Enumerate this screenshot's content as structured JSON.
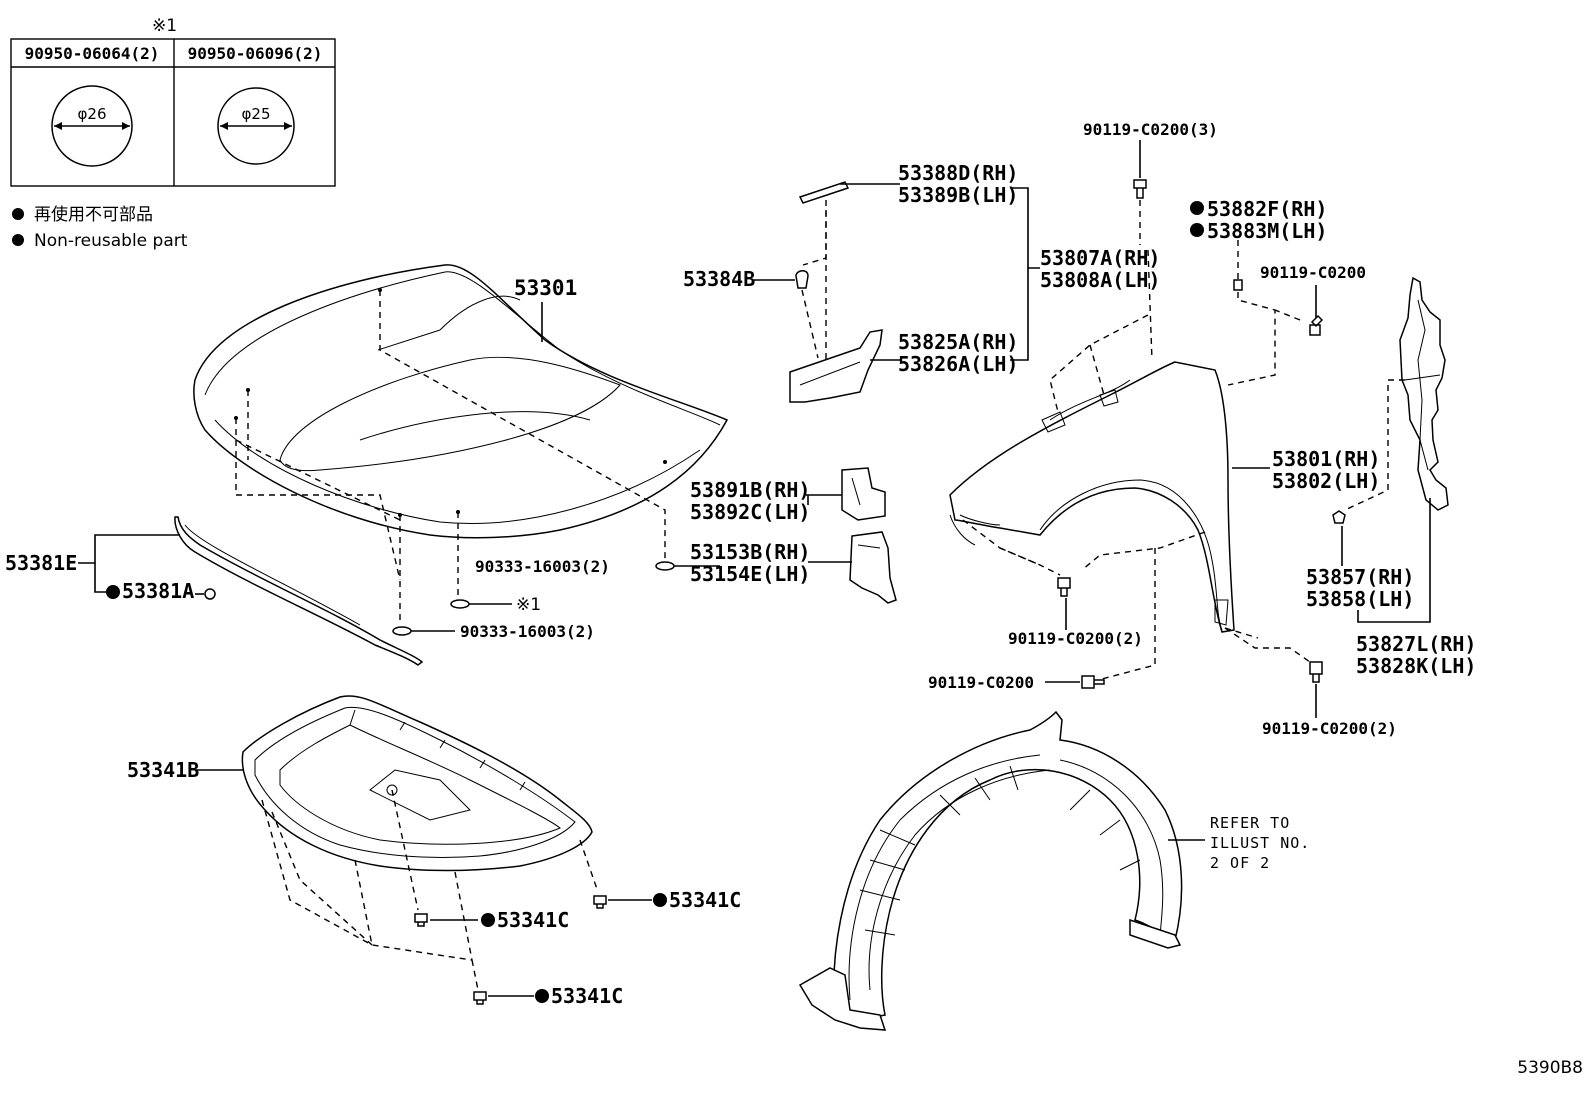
{
  "table": {
    "mark": "※1",
    "col1": {
      "part": "90950-06064(2)",
      "dia": "φ26"
    },
    "col2": {
      "part": "90950-06096(2)",
      "dia": "φ25"
    }
  },
  "legend": {
    "jp": "再使用不可部品",
    "en": "Non-reusable part"
  },
  "labels": {
    "p53301": "53301",
    "p53381E": "53381E",
    "p53381A": "53381A",
    "p90333a": "90333-16003(2)",
    "mark1": "※1",
    "p90333b": "90333-16003(2)",
    "p53388D": "53388D(RH)",
    "p53389B": "53389B(LH)",
    "p53384B": "53384B",
    "p53807A": "53807A(RH)",
    "p53808A": "53808A(LH)",
    "p53825A": "53825A(RH)",
    "p53826A": "53826A(LH)",
    "p53891B": "53891B(RH)",
    "p53892C": "53892C(LH)",
    "p53153B": "53153B(RH)",
    "p53154E": "53154E(LH)",
    "p90119_3": "90119-C0200(3)",
    "p53882F": "53882F(RH)",
    "p53883M": "53883M(LH)",
    "p90119_top": "90119-C0200",
    "p53801": "53801(RH)",
    "p53802": "53802(LH)",
    "p53857": "53857(RH)",
    "p53858": "53858(LH)",
    "p90119_2a": "90119-C0200(2)",
    "p53827L": "53827L(RH)",
    "p53828K": "53828K(LH)",
    "p90119_mid": "90119-C0200",
    "p90119_2b": "90119-C0200(2)",
    "p53341B": "53341B",
    "p53341C_a": "53341C",
    "p53341C_b": "53341C",
    "p53341C_c": "53341C",
    "refer1": "REFER TO",
    "refer2": "ILLUST NO.",
    "refer3": "2 OF 2",
    "code": "5390B8"
  }
}
